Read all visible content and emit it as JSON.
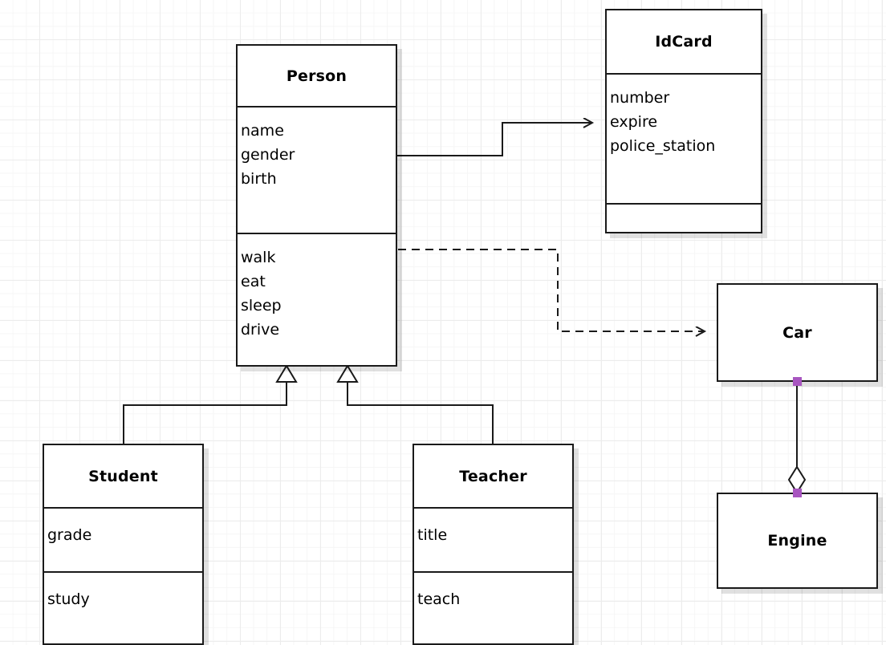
{
  "diagram": {
    "kind": "uml-class-diagram",
    "background": "#ffffff",
    "grid_color": "#ececec",
    "line_color": "#1a1a1a",
    "selection_handle_color": "#a855c0"
  },
  "classes": {
    "person": {
      "name": "Person",
      "attributes": [
        "name",
        "gender",
        "birth"
      ],
      "operations": [
        "walk",
        "eat",
        "sleep",
        "drive"
      ]
    },
    "idcard": {
      "name": "IdCard",
      "attributes": [
        "number",
        "expire",
        "police_station"
      ],
      "operations": []
    },
    "student": {
      "name": "Student",
      "attributes": [
        "grade"
      ],
      "operations": [
        "study"
      ]
    },
    "teacher": {
      "name": "Teacher",
      "attributes": [
        "title"
      ],
      "operations": [
        "teach"
      ]
    },
    "car": {
      "name": "Car",
      "attributes": [],
      "operations": []
    },
    "engine": {
      "name": "Engine",
      "attributes": [],
      "operations": []
    }
  },
  "relations": [
    {
      "id": "person-idcard",
      "type": "association",
      "style": "solid",
      "arrow": "open-arrow",
      "from": "person",
      "to": "idcard"
    },
    {
      "id": "person-car",
      "type": "dependency",
      "style": "dashed",
      "arrow": "open-arrow",
      "from": "person",
      "to": "car"
    },
    {
      "id": "student-person",
      "type": "generalization",
      "style": "solid",
      "arrow": "hollow-triangle",
      "from": "student",
      "to": "person"
    },
    {
      "id": "teacher-person",
      "type": "generalization",
      "style": "solid",
      "arrow": "hollow-triangle",
      "from": "teacher",
      "to": "person"
    },
    {
      "id": "car-engine",
      "type": "aggregation",
      "style": "solid",
      "arrow": "hollow-diamond",
      "from": "car",
      "to": "engine",
      "selected": true
    }
  ]
}
